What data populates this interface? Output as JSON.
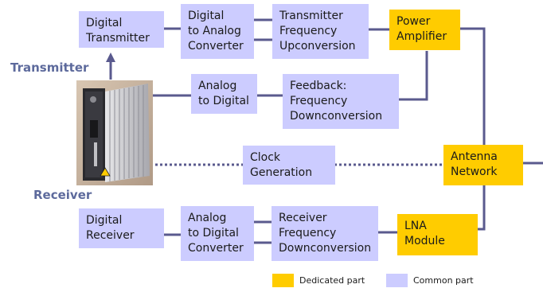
{
  "colors": {
    "common": "#ccccff",
    "dedicated": "#ffcc00",
    "connector": "#5a5a8e",
    "label": "#5d6a9c"
  },
  "labels": {
    "transmitter": "Transmitter",
    "receiver": "Receiver"
  },
  "blocks": {
    "digital_transmitter": "Digital\nTransmitter",
    "dac": "Digital\nto Analog\nConverter",
    "tx_upconversion": "Transmitter\nFrequency\nUpconversion",
    "power_amplifier": "Power\nAmplifier",
    "analog_to_digital_fb": "Analog\nto Digital",
    "feedback_downconversion": "Feedback:\nFrequency\nDownconversion",
    "clock_generation": "Clock\nGeneration",
    "antenna_network": "Antenna\nNetwork",
    "digital_receiver": "Digital\nReceiver",
    "adc": "Analog\nto Digital\nConverter",
    "rx_downconversion": "Receiver\nFrequency\nDownconversion",
    "lna_module": "LNA\nModule"
  },
  "legend": {
    "dedicated": "Dedicated part",
    "common": "Common part"
  },
  "photo": {
    "icon": "radio-unit-photo"
  }
}
